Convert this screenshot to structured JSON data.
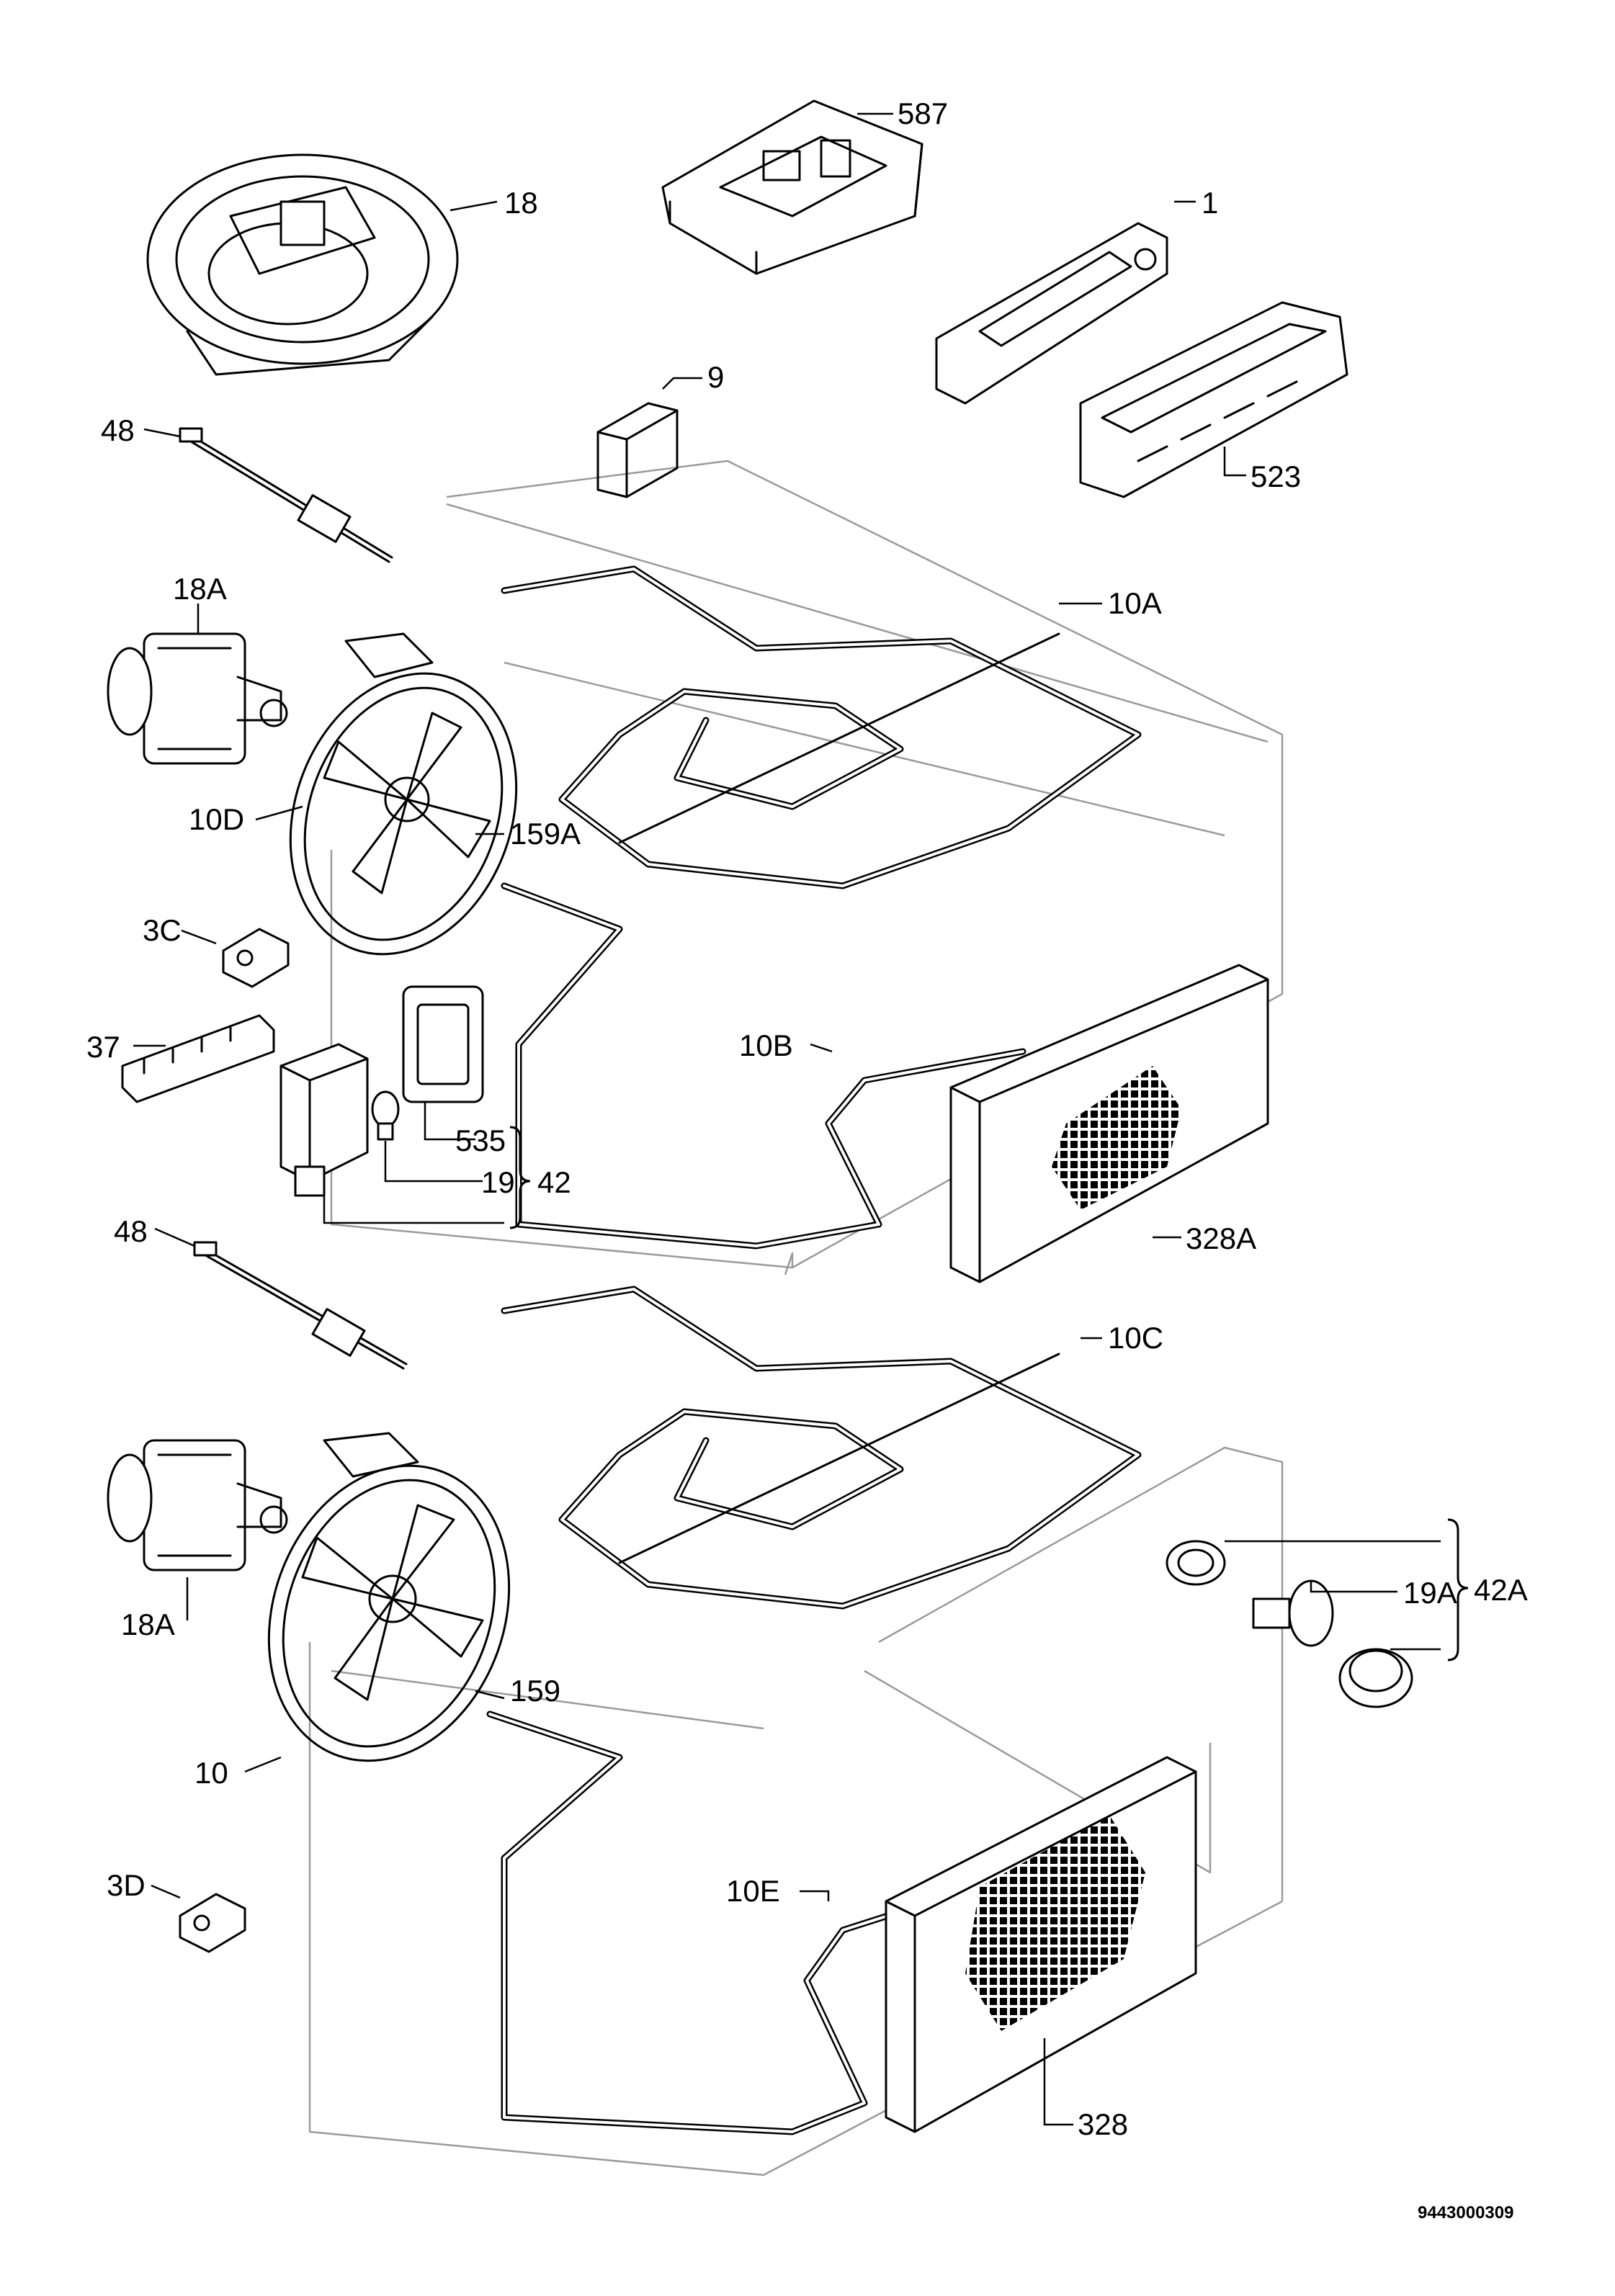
{
  "drawing_code": "9443000309",
  "labels": {
    "l587": "587",
    "l18": "18",
    "l1": "1",
    "l9": "9",
    "l523": "523",
    "l48a": "48",
    "l10A": "10A",
    "l18Aa": "18A",
    "l10D": "10D",
    "l159A": "159A",
    "l3C": "3C",
    "l37": "37",
    "l10B": "10B",
    "l535": "535",
    "l19": "19",
    "l42": "42",
    "l48b": "48",
    "l328A": "328A",
    "l10C": "10C",
    "l18Ab": "18A",
    "l42A": "42A",
    "l19A": "19A",
    "l159": "159",
    "l10": "10",
    "l3D": "3D",
    "l10E": "10E",
    "l328": "328"
  }
}
